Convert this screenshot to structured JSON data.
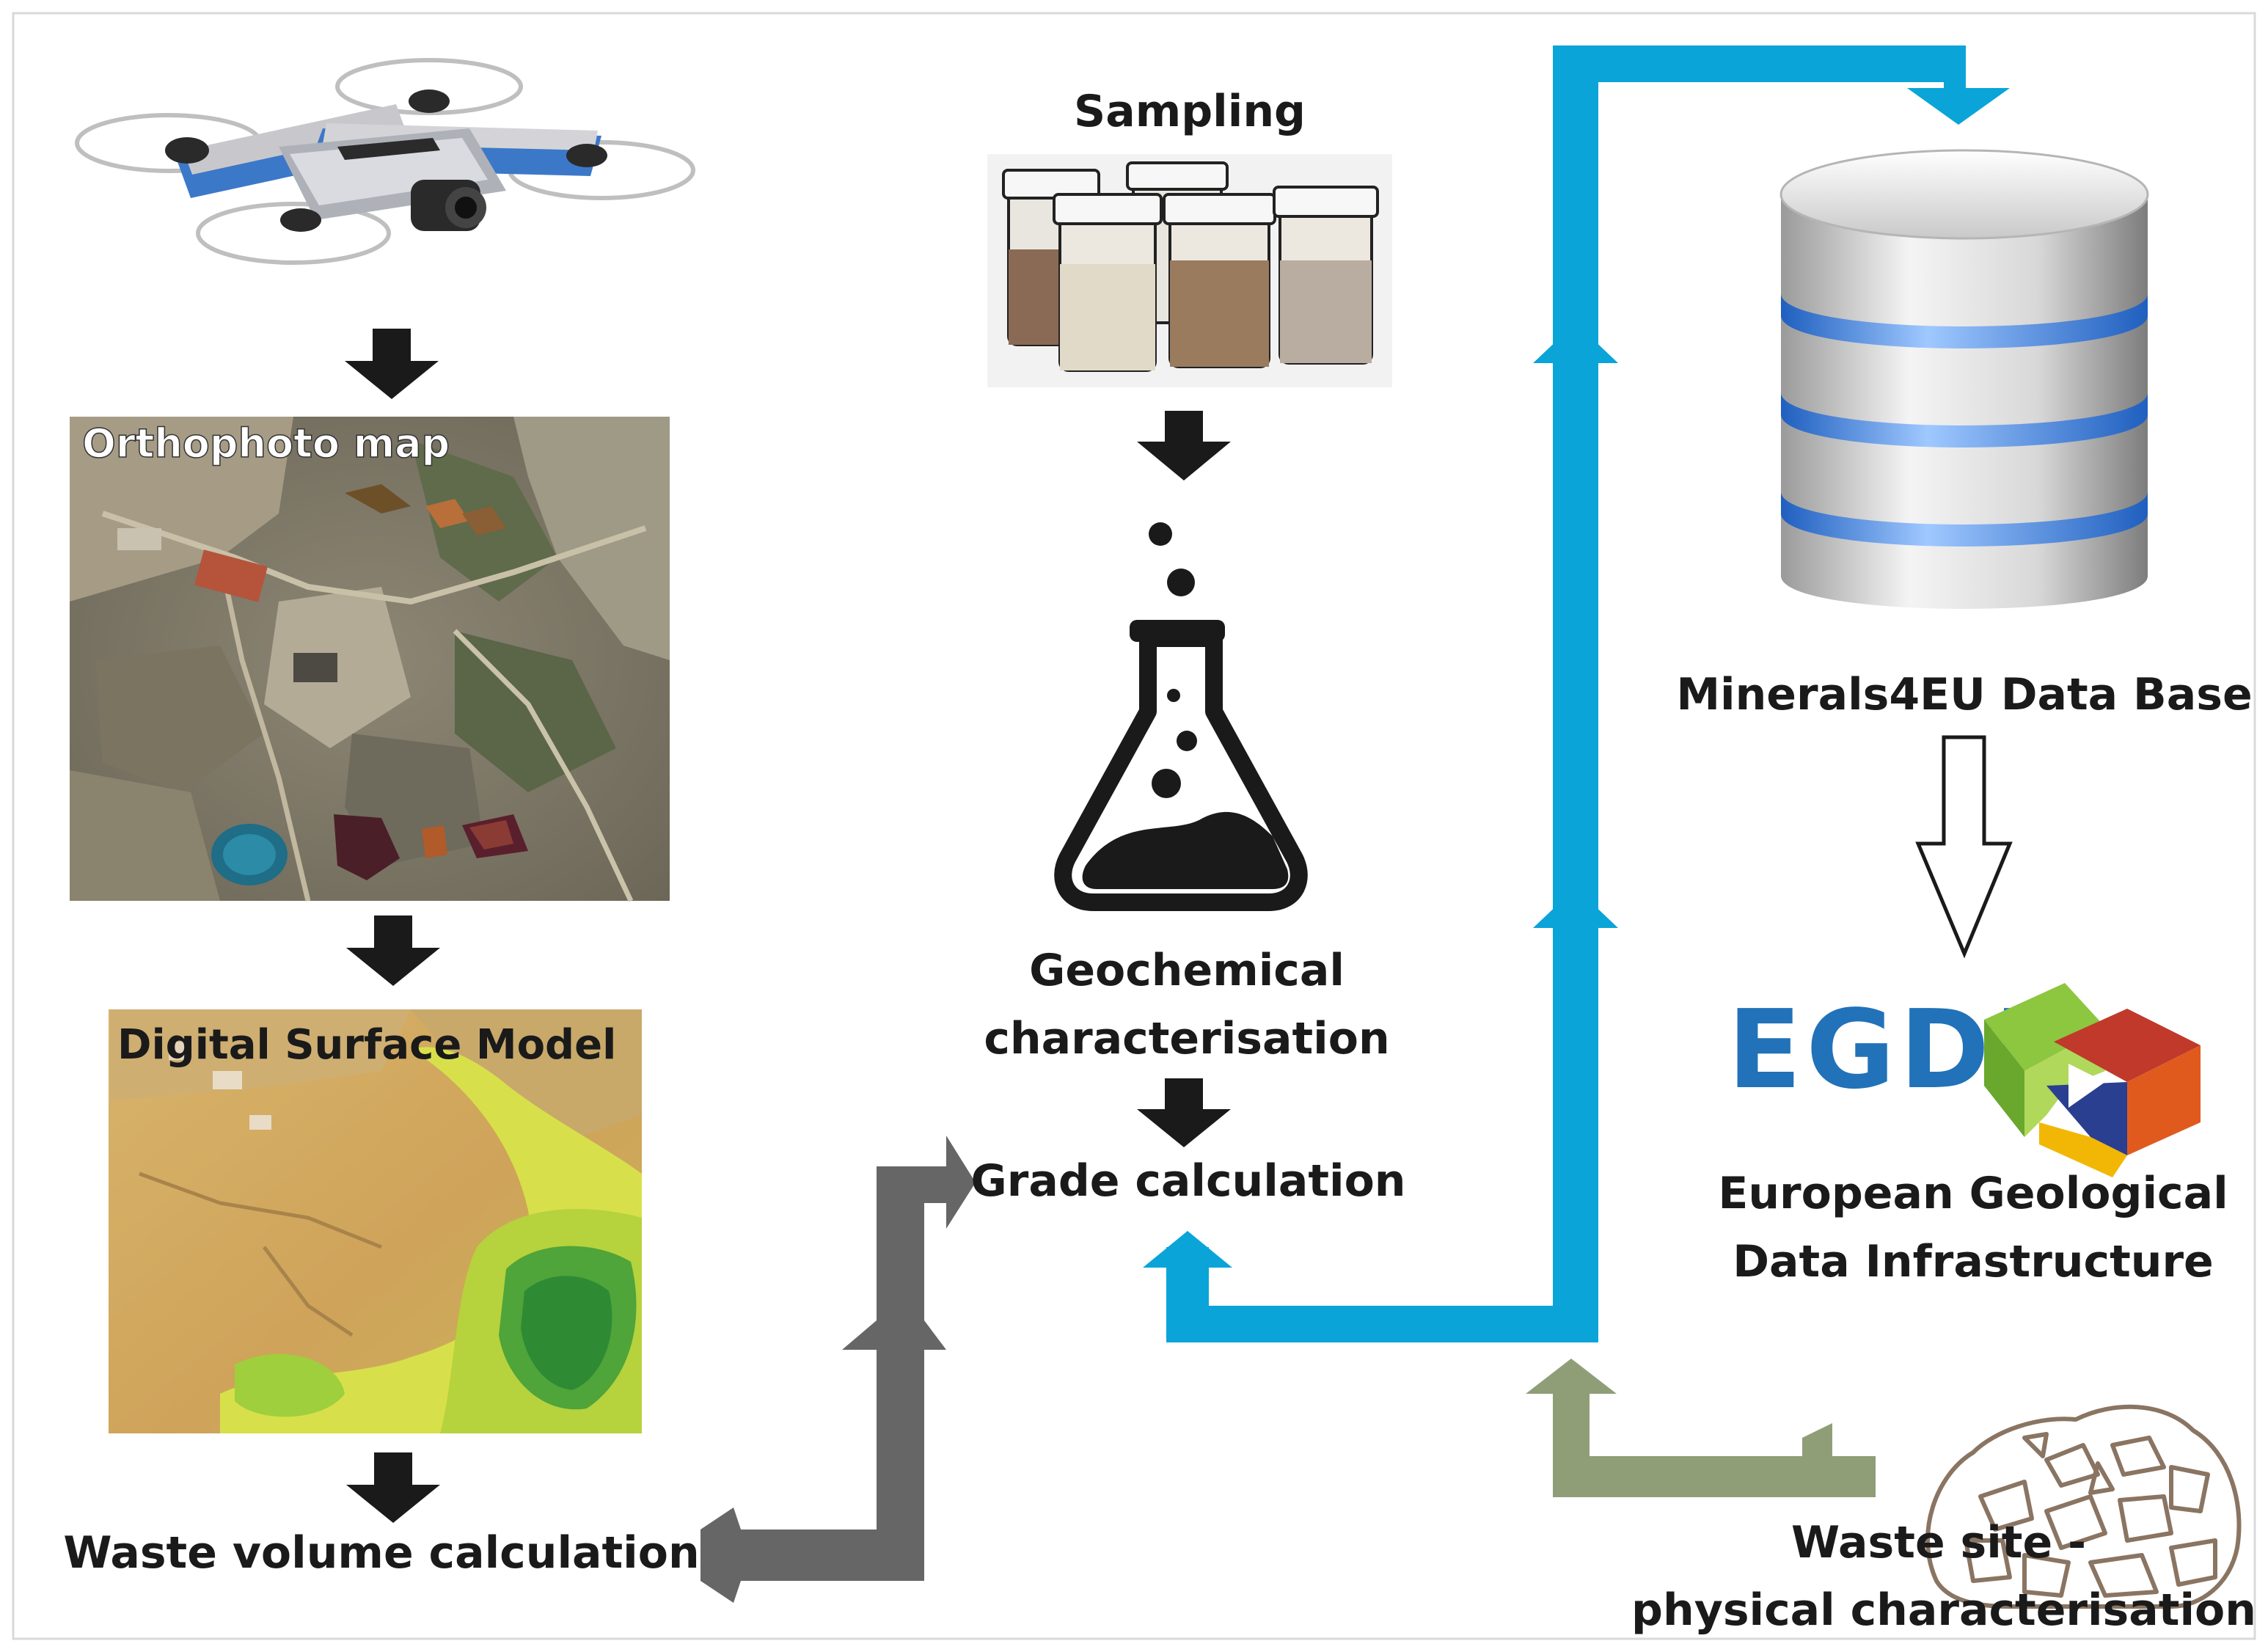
{
  "labels": {
    "orthophoto": "Orthophoto map",
    "dsm": "Digital Surface Model",
    "waste_volume": "Waste volume calculation",
    "sampling": "Sampling",
    "geochemical_line1": "Geochemical",
    "geochemical_line2": "characterisation",
    "grade": "Grade calculation",
    "database": "Minerals4EU Data Base",
    "egdi_logo": "EGDI",
    "egdi_full_line1": "European Geological",
    "egdi_full_line2": "Data Infrastructure",
    "waste_site_line1": "Waste site -",
    "waste_site_line2": "physical characterisation"
  },
  "icons": {
    "drone": "drone-icon",
    "jars": "sample-jars-icon",
    "flask": "lab-flask-icon",
    "database": "database-icon",
    "rocks": "rock-pile-icon",
    "egdi": "egdi-logo"
  },
  "colors": {
    "black_arrow": "#1a1a1a",
    "grey_arrow": "#666666",
    "blue_flow": "#0aa4d8",
    "olive_flow": "#8f9e77",
    "egdi_blue": "#2172b8",
    "db_ring": "#3b82e0"
  }
}
